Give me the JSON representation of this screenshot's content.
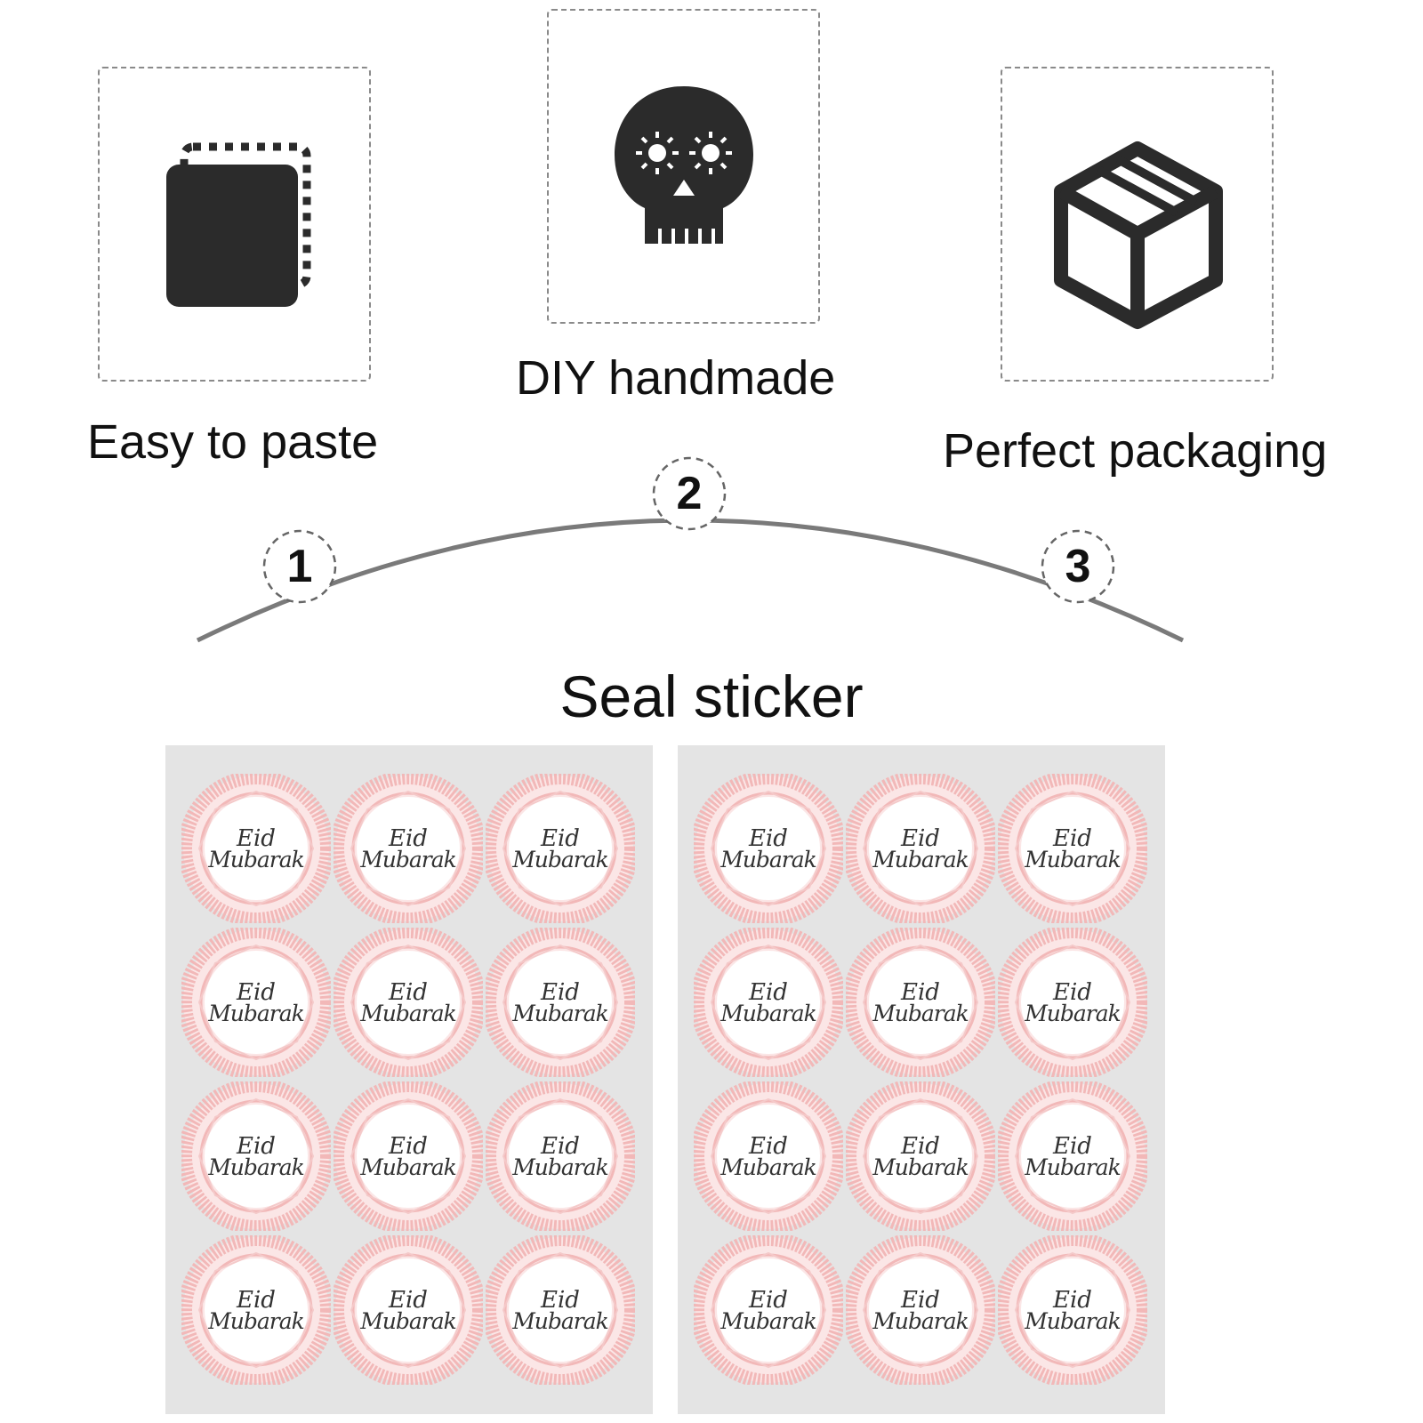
{
  "features": [
    {
      "label": "Easy to paste",
      "icon": "layered-sticker-icon"
    },
    {
      "label": "DIY handmade",
      "icon": "skull-icon"
    },
    {
      "label": "Perfect packaging",
      "icon": "package-box-icon"
    }
  ],
  "steps": [
    "1",
    "2",
    "3"
  ],
  "section_title": "Seal sticker",
  "sticker": {
    "line1": "Eid",
    "line2": "Mubarak"
  },
  "colors": {
    "sheet": "#e4e4e4",
    "sticker_ring": "#f2b8b8",
    "icon": "#2b2b2b",
    "arc": "#7a7a7a"
  }
}
